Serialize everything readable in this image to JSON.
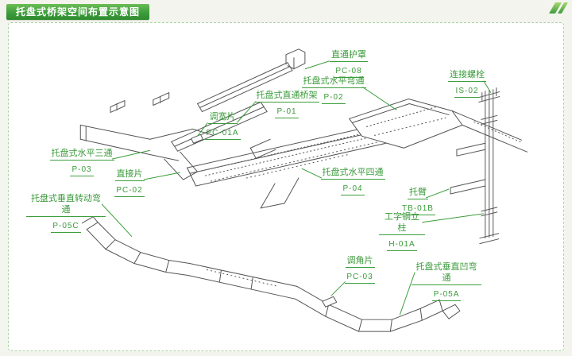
{
  "header": {
    "title": "托盘式桥架空间布置示意图"
  },
  "icons": {
    "corner": "double-slash"
  },
  "colors": {
    "accent": "#3c9e3c",
    "ink": "#555555",
    "panel_border": "#a9d3a3"
  },
  "diagram": {
    "labels": [
      {
        "id": "pc08",
        "name": "直通护罩",
        "code": "PC-08"
      },
      {
        "id": "p02",
        "name": "托盘式水平弯通",
        "code": "P-02"
      },
      {
        "id": "p01",
        "name": "托盘式直通桥架",
        "code": "P-01"
      },
      {
        "id": "is02",
        "name": "连接螺栓",
        "code": "IS-02"
      },
      {
        "id": "pc01a",
        "name": "调宽片",
        "code": "PC-01A"
      },
      {
        "id": "p03",
        "name": "托盘式水平三通",
        "code": "P-03"
      },
      {
        "id": "pc02",
        "name": "直接片",
        "code": "PC-02"
      },
      {
        "id": "p04",
        "name": "托盘式水平四通",
        "code": "P-04"
      },
      {
        "id": "tb01b",
        "name": "托臂",
        "code": "TB-01B"
      },
      {
        "id": "h01a",
        "name": "工字钢立柱",
        "code": "H-01A"
      },
      {
        "id": "p05c",
        "name": "托盘式垂直转动弯通",
        "code": "P-05C"
      },
      {
        "id": "pc03",
        "name": "调角片",
        "code": "PC-03"
      },
      {
        "id": "p05a",
        "name": "托盘式垂直凹弯通",
        "code": "P-05A"
      }
    ]
  }
}
